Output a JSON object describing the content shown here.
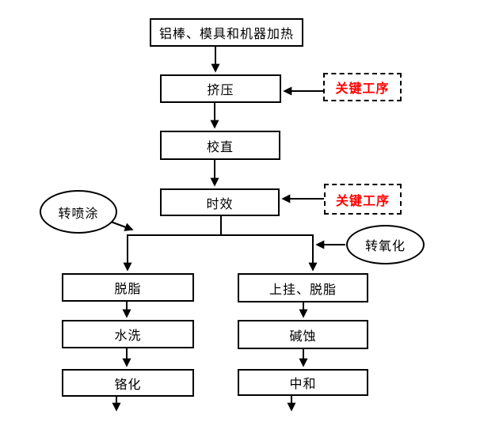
{
  "diagram": {
    "type": "process-flowchart",
    "colors": {
      "background": "#ffffff",
      "line": "#000000",
      "box_border": "#000000",
      "box_text": "#000000",
      "key_process_text": "#ff0000"
    },
    "nodes": {
      "heating": "铝棒、模具和机器加热",
      "extrusion": "挤压",
      "straightening": "校直",
      "aging": "时效",
      "key_process_1": "关键工序",
      "key_process_2": "关键工序",
      "to_spraying": "转喷涂",
      "to_oxidation": "转氧化",
      "spray_line": {
        "degreasing": "脱脂",
        "water_washing": "水洗",
        "chromating": "铬化"
      },
      "oxidation_line": {
        "hanging_degreasing": "上挂、脱脂",
        "alkali_etching": "碱蚀",
        "neutralization": "中和"
      }
    }
  }
}
